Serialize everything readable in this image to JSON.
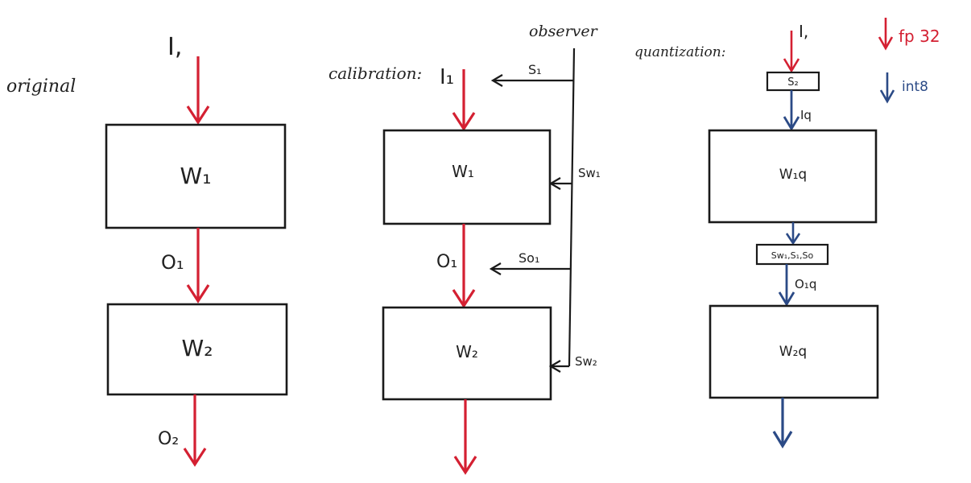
{
  "colors": {
    "fp32": "#d42032",
    "int8": "#2b4a86",
    "ink": "#1a1a1a"
  },
  "original": {
    "title": "original",
    "input": "I,",
    "w1": "W₁",
    "o1": "O₁",
    "w2": "W₂",
    "o2": "O₂"
  },
  "calibration": {
    "title": "calibration:",
    "input": "I₁",
    "observer": "observer",
    "s1": "S₁",
    "w1": "W₁",
    "sw1": "Sw₁",
    "o1": "O₁",
    "so1": "So₁",
    "w2": "W₂",
    "sw2": "Sw₂"
  },
  "quantization": {
    "title": "quantization:",
    "input": "I,",
    "scale_in": "S₂",
    "iq": "Iq",
    "w1q": "W₁q",
    "scale_mid": "Sw₁,S₁,So",
    "o1q": "O₁q",
    "w2q": "W₂q"
  },
  "legend": {
    "fp32_label": "fp 32",
    "int8_label": "int8"
  }
}
